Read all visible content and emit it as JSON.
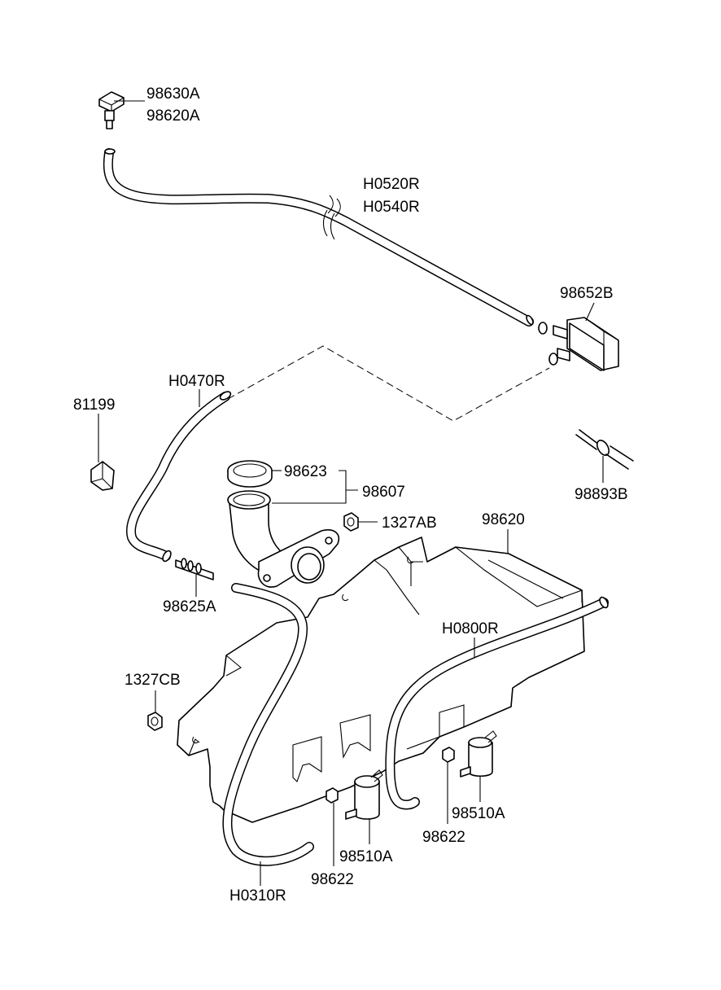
{
  "diagram": {
    "labels": {
      "nozzle_a": "98630A",
      "nozzle_b": "98620A",
      "hose_upper_a": "H0520R",
      "hose_upper_b": "H0540R",
      "connector": "98652B",
      "hose_left": "H0470R",
      "clip": "81199",
      "joint": "98893B",
      "cap": "98623",
      "filler_assy": "98607",
      "nut_right": "1327AB",
      "reservoir": "98620",
      "check_valve": "98625A",
      "hose_right": "H0800R",
      "nut_left": "1327CB",
      "pump_right": "98510A",
      "grommet_right": "98622",
      "pump_left": "98510A",
      "grommet_left": "98622",
      "hose_bottom": "H0310R"
    }
  }
}
